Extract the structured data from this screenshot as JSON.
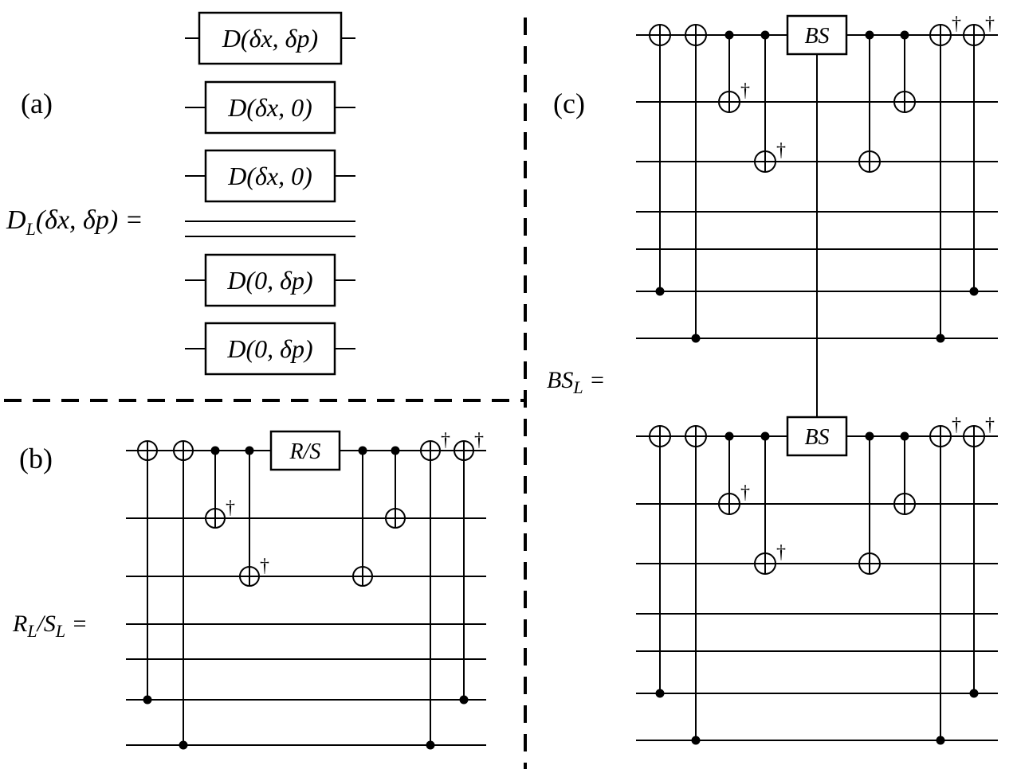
{
  "panels": {
    "a": {
      "label": "(a)",
      "lhs": "D",
      "lhs_sub": "L",
      "lhs_args": "(δx, δp) ="
    },
    "b": {
      "label": "(b)",
      "lhs": "R",
      "lhs_sub": "L",
      "lhs_mid": "/S",
      "lhs_sub2": "L",
      "lhs_tail": " ="
    },
    "c": {
      "label": "(c)",
      "lhs": "BS",
      "lhs_sub": "L",
      "lhs_tail": " ="
    }
  },
  "gates_a": [
    "D(δx, δp)",
    "D(δx, 0)",
    "D(δx, 0)",
    "D(0, δp)",
    "D(0, δp)"
  ],
  "gate_b": "R/S",
  "gate_c": "BS",
  "dagger": "†"
}
